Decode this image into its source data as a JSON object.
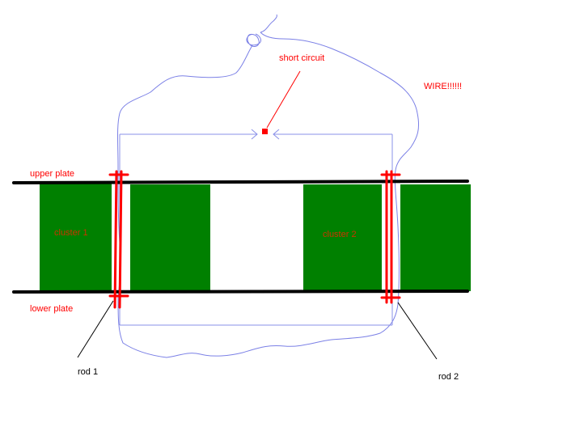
{
  "labels": {
    "short_circuit": "short circuit",
    "wire": "WIRE!!!!!!",
    "upper_plate": "upper plate",
    "lower_plate": "lower plate",
    "cluster_1": "cluster 1",
    "cluster_2": "cluster 2",
    "rod_1": "rod 1",
    "rod_2": "rod 2"
  },
  "colors": {
    "background": "#ffffff",
    "plate": "#000000",
    "cluster": "#008000",
    "rod": "#ff0000",
    "wire": "#7b80e6",
    "circuit": "#8a90e8",
    "label_red": "#ff0000",
    "label_dark": "#000000",
    "cluster_text": "#cc3300",
    "short_marker": "#ff0000"
  }
}
